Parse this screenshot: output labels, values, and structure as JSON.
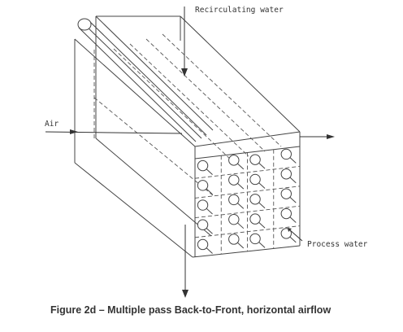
{
  "labels": {
    "recirculating_water": "Recirculating water",
    "air": "Air",
    "process_water": "Process water"
  },
  "caption": "Figure 2d – Multiple pass Back-to-Front, horizontal airflow",
  "tube_bank": {
    "rows": 5,
    "columns": 4
  },
  "colors": {
    "line": "#444444",
    "text": "#333333",
    "background": "#ffffff"
  }
}
